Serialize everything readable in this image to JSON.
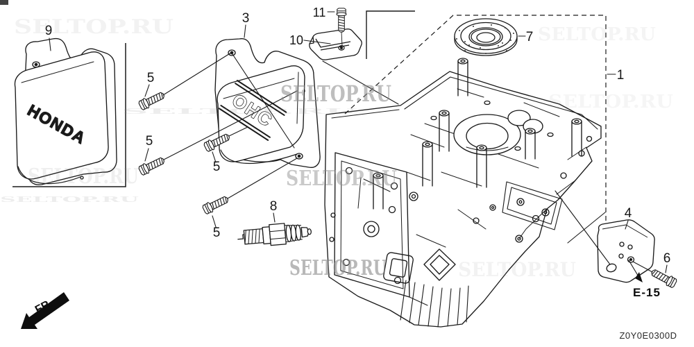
{
  "diagram": {
    "drawing_code": "Z0Y0E0300D",
    "reference_label": "E-15",
    "front_label": "FR.",
    "watermark": "SELTOP.RU",
    "logos": {
      "honda": "HONDA",
      "ohc": "OHC"
    },
    "callouts": {
      "cylinder_barrel": "1",
      "head_cover": "3",
      "side_plate": "4",
      "flange_bolt": "5",
      "plate_bolt": "6",
      "oil_seal": "7",
      "spark_plug": "8",
      "honda_cover": "9",
      "bracket": "10",
      "bracket_bolt": "11"
    }
  }
}
